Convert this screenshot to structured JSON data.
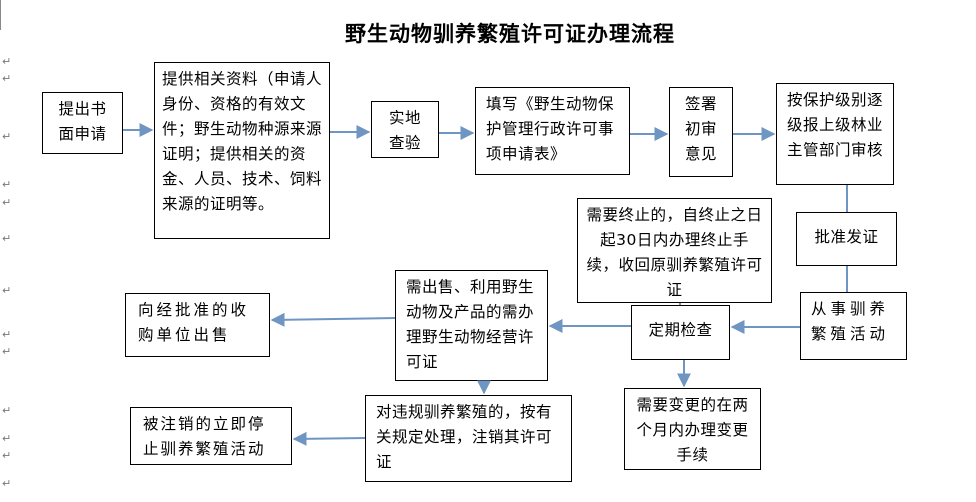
{
  "title": "野生动物驯养繁殖许可证办理流程",
  "boxes": {
    "apply": "提出书面申请",
    "materials": "提供相关资料（申请人身份、资格的有效文件；野生动物种源来源证明；提供相关的资金、人员、技术、饲料来源的证明等。",
    "site_inspection": "实地查验",
    "fill_form": "填写《野生动物保护管理行政许可事项申请表》",
    "sign_review": "签署初审意见",
    "report": "按保护级别逐级报上级林业主管部门审核",
    "approve": "批准发证",
    "terminate": "需要终止的，自终止之日起30日内办理终止手续，收回原驯养繁殖许可证",
    "breeding": "从事驯养繁殖活动",
    "periodic_check": "定期检查",
    "sell_use": "需出售、利用野生动物及产品的需办理野生动物经营许可证",
    "sell_to_buyer": "向经批准的收购单位出售",
    "violation": "对违规驯养繁殖的，按有关规定处理，注销其许可证",
    "cancelled": "被注销的立即停止驯养繁殖活动",
    "change": "需要变更的在两个月内办理变更手续"
  },
  "colors": {
    "arrow": "#6f96c3",
    "border": "#000000"
  }
}
